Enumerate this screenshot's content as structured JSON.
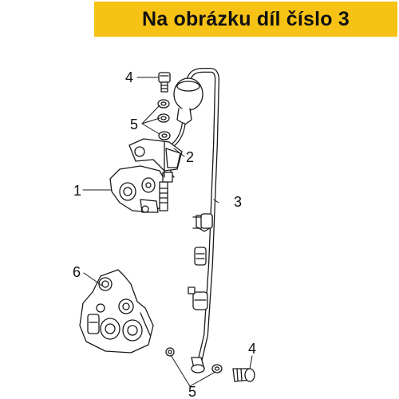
{
  "banner": {
    "text": "Na obrázku díl číslo 3"
  },
  "colors": {
    "banner_bg": "#f6c215",
    "line": "#1a1a1a",
    "part_fill": "#ffffff"
  },
  "parts": [
    {
      "id": "1",
      "label": "1",
      "name": "master-cylinder"
    },
    {
      "id": "2",
      "label": "2",
      "name": "reservoir-hose"
    },
    {
      "id": "3",
      "label": "3",
      "name": "brake-hose"
    },
    {
      "id": "4a",
      "label": "4",
      "name": "bolt-top"
    },
    {
      "id": "5a",
      "label": "5",
      "name": "washers-top"
    },
    {
      "id": "6",
      "label": "6",
      "name": "brake-caliper"
    },
    {
      "id": "5b",
      "label": "5",
      "name": "washers-bottom"
    },
    {
      "id": "4b",
      "label": "4",
      "name": "bolt-bottom"
    }
  ]
}
